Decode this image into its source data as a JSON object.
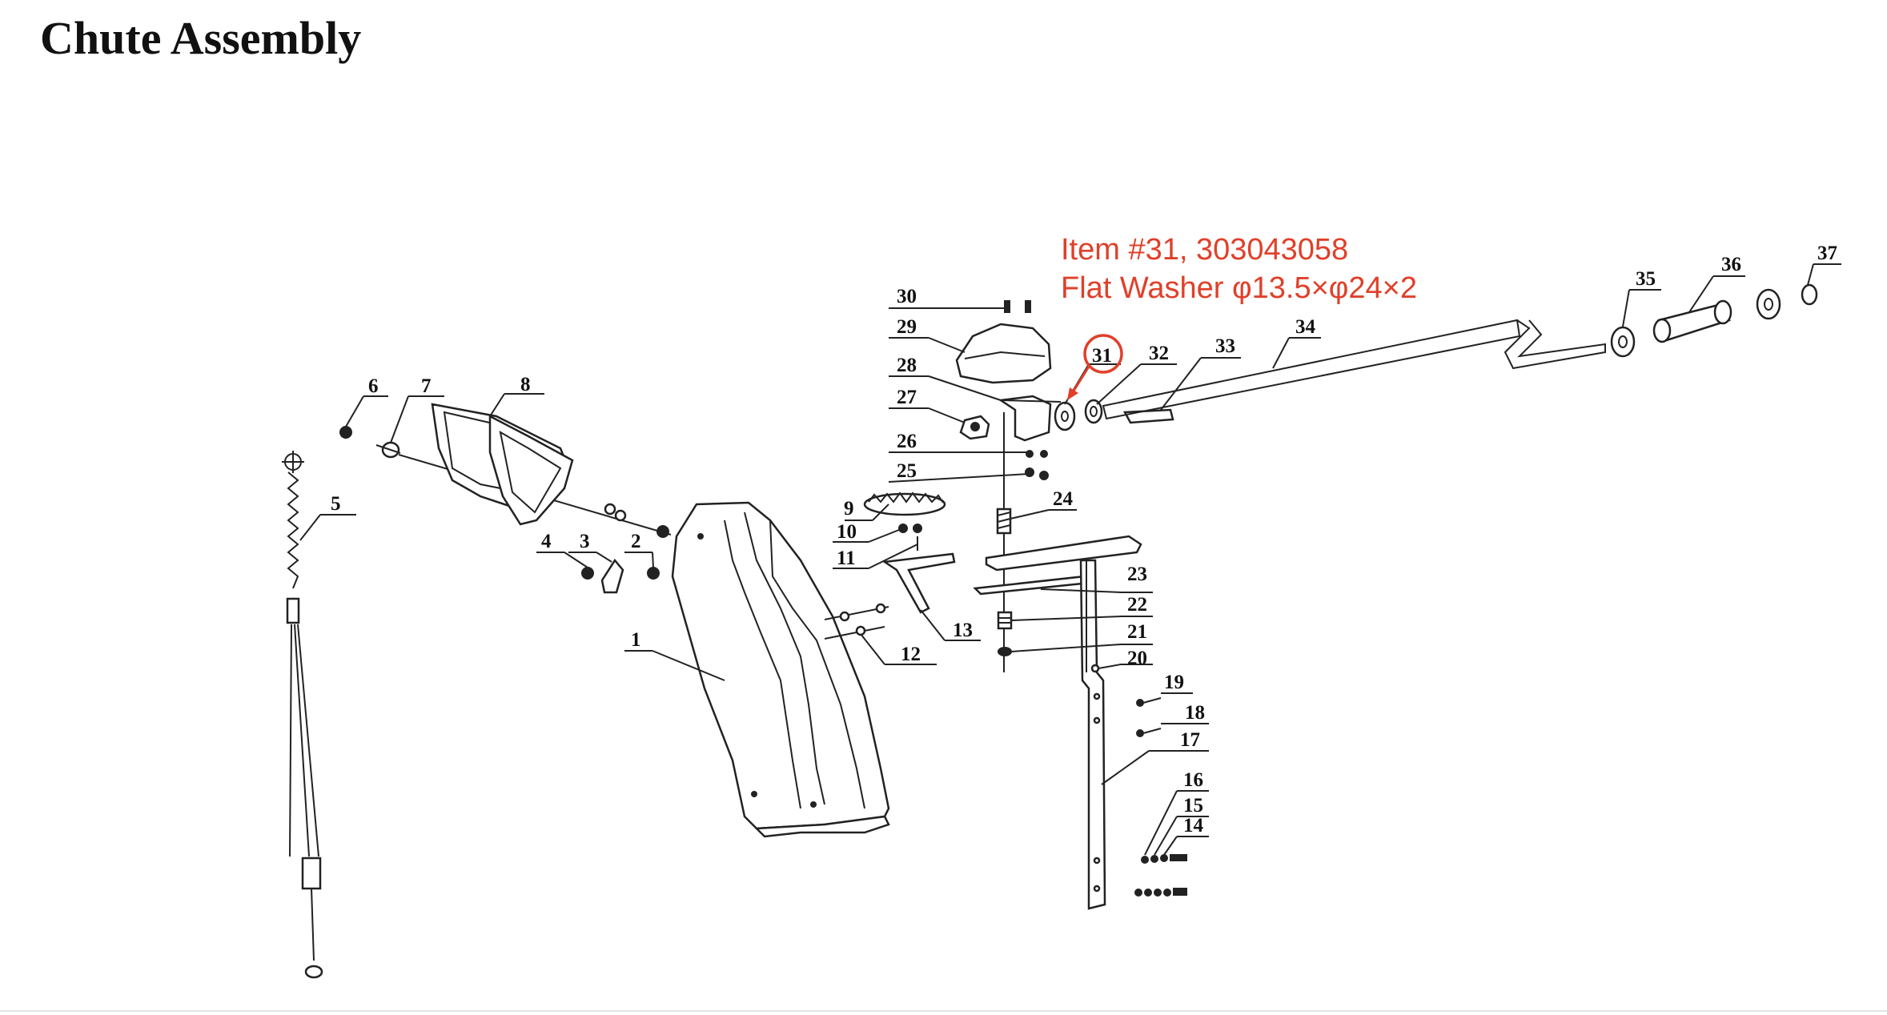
{
  "page": {
    "title": "Chute Assembly"
  },
  "callout": {
    "line1": "Item #31, 303043058",
    "line2": "Flat Washer φ13.5×φ24×2",
    "color": "#e0402a",
    "highlighted_item": "31"
  },
  "part_labels": {
    "p1": "1",
    "p2": "2",
    "p3": "3",
    "p4": "4",
    "p5": "5",
    "p6": "6",
    "p7": "7",
    "p8": "8",
    "p9": "9",
    "p10": "10",
    "p11": "11",
    "p12": "12",
    "p13": "13",
    "p14": "14",
    "p15": "15",
    "p16": "16",
    "p17": "17",
    "p18": "18",
    "p19": "19",
    "p20": "20",
    "p21": "21",
    "p22": "22",
    "p23": "23",
    "p24": "24",
    "p25": "25",
    "p26": "26",
    "p27": "27",
    "p28": "28",
    "p29": "29",
    "p30": "30",
    "p31": "31",
    "p32": "32",
    "p33": "33",
    "p34": "34",
    "p35": "35",
    "p36": "36",
    "p37": "37"
  }
}
